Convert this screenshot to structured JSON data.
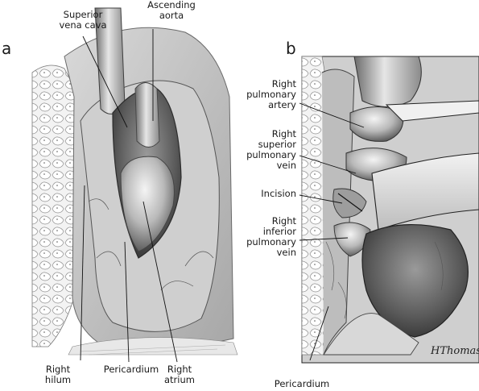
{
  "panel_a": {
    "letter": "a",
    "labels": {
      "svc": "Superior\nvena cava",
      "aorta": "Ascending\naorta",
      "hilum": "Right\nhilum",
      "pericardium": "Pericardium",
      "atrium": "Right\natrium"
    }
  },
  "panel_b": {
    "letter": "b",
    "labels": {
      "rpa": "Right\npulmonary\nartery",
      "rspv": "Right\nsuperior\npulmonary\nvein",
      "incision": "Incision",
      "ripv": "Right\ninferior\npulmonary\nvein",
      "pericardium": "Pericardium"
    },
    "signature": "HThomas"
  }
}
